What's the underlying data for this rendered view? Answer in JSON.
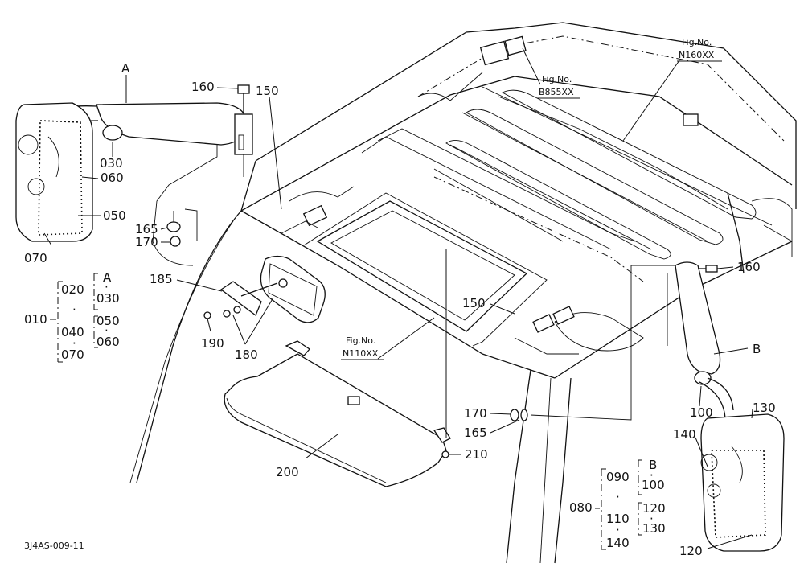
{
  "drawing_id": "3J4AS-009-11",
  "labels": {
    "A_top": "A",
    "p160a": "160",
    "p150a": "150",
    "p030": "030",
    "p060": "060",
    "p050": "050",
    "p070": "070",
    "p165a": "165",
    "p170a": "170",
    "p185": "185",
    "p190": "190",
    "p180": "180",
    "p200": "200",
    "p210": "210",
    "p170b": "170",
    "p165b": "165",
    "p150b": "150",
    "p160b": "160",
    "B_side": "B",
    "p100": "100",
    "p130": "130",
    "p140": "140",
    "p120": "120"
  },
  "fig_refs": {
    "n160": {
      "line1": "Fig.No.",
      "line2": "N160XX"
    },
    "b855": {
      "line1": "Fig.No.",
      "line2": "B855XX"
    },
    "n110": {
      "line1": "Fig.No.",
      "line2": "N110XX"
    }
  },
  "group_left": {
    "root": "010",
    "a": "020",
    "b": "030",
    "c": "040",
    "d": "050",
    "e": "060",
    "f": "070",
    "letter": "A"
  },
  "group_right": {
    "root": "080",
    "a": "090",
    "b": "100",
    "c": "110",
    "d": "120",
    "e": "130",
    "f": "140",
    "letter": "B"
  }
}
